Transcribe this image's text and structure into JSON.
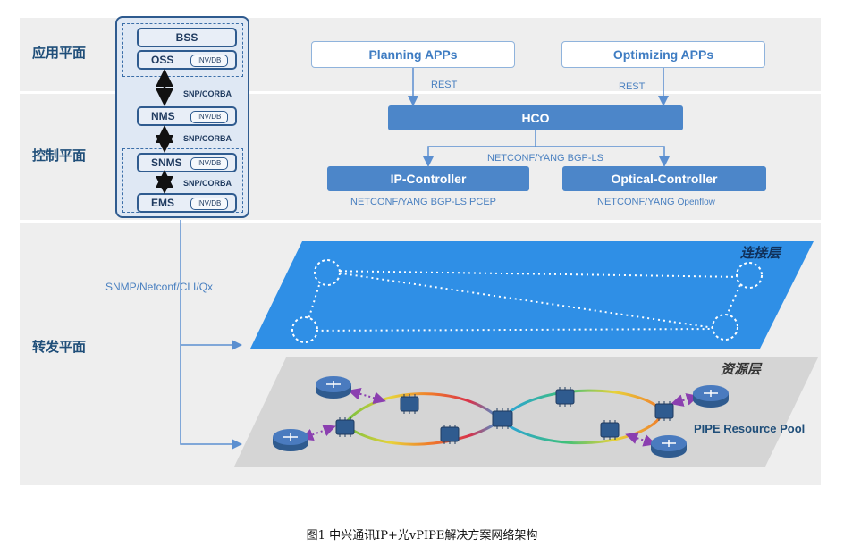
{
  "planes": {
    "application": "应用平面",
    "control": "控制平面",
    "forwarding": "转发平面"
  },
  "management_stack": {
    "bss": "BSS",
    "oss": "OSS",
    "nms": "NMS",
    "snms": "SNMS",
    "ems": "EMS",
    "db_label": "INV/DB",
    "link_protocol": "SNP/CORBA",
    "southbound": "SNMP/Netconf/CLI/Qx"
  },
  "apps": {
    "planning": "Planning APPs",
    "optimizing": "Optimizing APPs",
    "rest": "REST"
  },
  "controllers": {
    "hco": "HCO",
    "hco_southbound": "NETCONF/YANG BGP-LS",
    "ip": "IP-Controller",
    "ip_protocols": "NETCONF/YANG BGP-LS PCEP",
    "optical": "Optical-Controller",
    "optical_protocols_a": "NETCONF/YANG",
    "optical_protocols_b": "Openflow"
  },
  "layers": {
    "connection": "连接层",
    "resource": "资源层",
    "pool": "PIPE Resource Pool"
  },
  "caption": "图1  中兴通讯IP+光vPIPE解决方案网络架构",
  "colors": {
    "band": "#eeeeee",
    "controller": "#4c86c9",
    "connection_layer": "#2f8fe6",
    "resource_layer": "#d5d5d5",
    "router": "#2f5b8f",
    "link_dotted": "#8b3fb0"
  }
}
